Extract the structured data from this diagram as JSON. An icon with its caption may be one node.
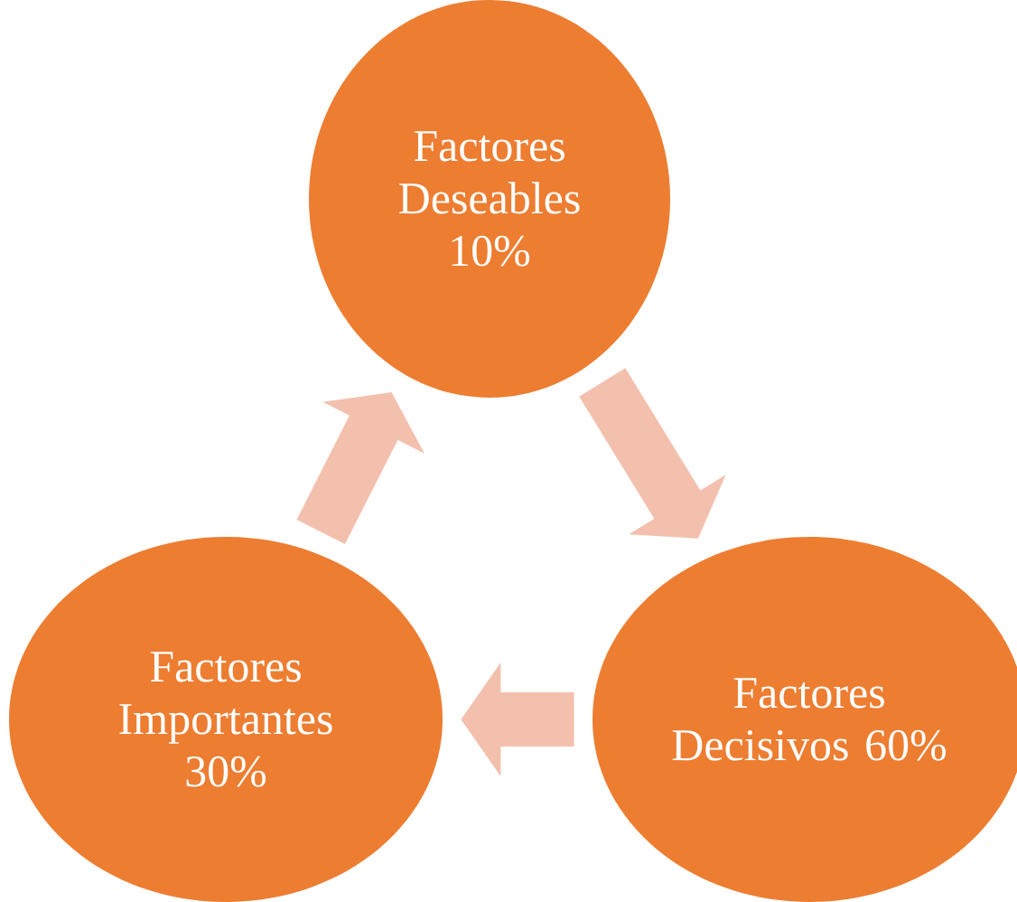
{
  "diagram": {
    "nodes": [
      {
        "text": [
          "Factores Deseables 10%"
        ]
      },
      {
        "text": [
          "Factores Importantes 30%"
        ]
      },
      {
        "text": [
          "Factores Decisivos 60%"
        ]
      }
    ],
    "edges": [
      {
        "from": 0,
        "to": 2,
        "arrow": "to"
      },
      {
        "from": 2,
        "to": 1,
        "arrow": "to"
      },
      {
        "from": 1,
        "to": 0,
        "arrow": "to"
      }
    ]
  }
}
